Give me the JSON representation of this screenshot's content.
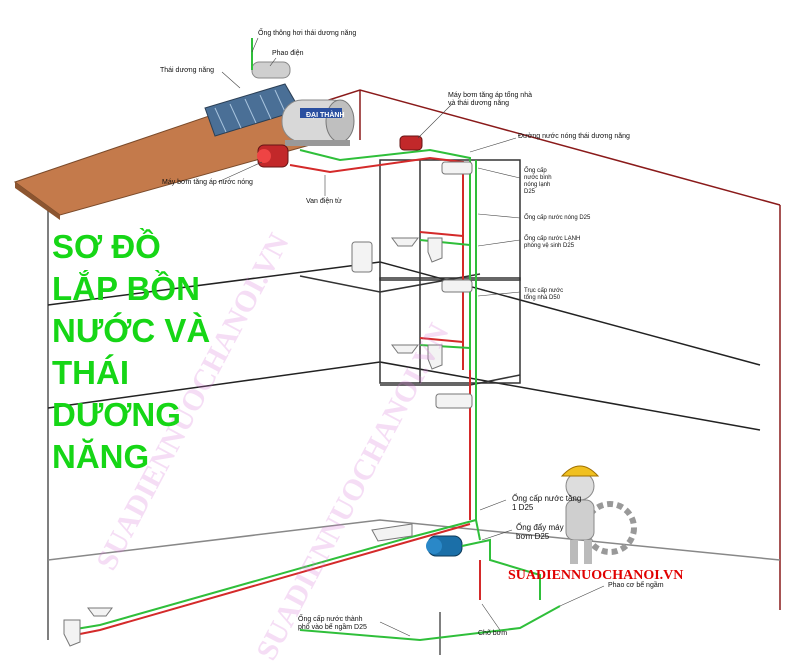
{
  "headline_lines": [
    "SƠ ĐỒ",
    "LẮP BỒN",
    "NƯỚC VÀ",
    "THÁI",
    "DƯƠNG",
    "NĂNG"
  ],
  "brand": "SUADIENNUOCHANOI.VN",
  "watermark": "SUADIENNUOCHANOI.VN",
  "tank_brand": "ĐẠI THÀNH",
  "labels": {
    "vent_pipe": "Ống thông hơi thái dương năng",
    "float_switch": "Phao điện",
    "solar_heater": "Thái dương năng",
    "main_booster_pump": "Máy bơm tăng áp tổng nhà\nvà thái dương năng",
    "hot_water_line": "Đường nước nóng thái dương năng",
    "hot_booster_pump": "Máy bơm tăng áp nước nóng",
    "solenoid_valve": "Van điện từ",
    "hot_cold_supply": "Ống cấp\nnước bình\nnóng lạnh\nD25",
    "hot_supply_d25": "Ống cấp nước nóng D25",
    "cold_supply_wc": "Ống cấp nước LẠNH\nphòng vệ sinh D25",
    "main_riser": "Trục cấp nước\ntổng nhà D50",
    "floor1_supply": "Ống cấp nước tầng\n1 D25",
    "pump_discharge": "Ống đẩy máy\nbơm D25",
    "float_valve": "Phao cơ bể ngầm",
    "city_supply": "Ống cấp nước thành\nphố vào bể ngầm D25",
    "pump_suction": "Chõ bơm"
  },
  "colors": {
    "headline": "#16d616",
    "brand": "#e00000",
    "roof": "#c47a4b",
    "wall_outline": "#8a1a1a",
    "cold_pipe": "#2fbf3a",
    "hot_pipe": "#d42a2a"
  }
}
